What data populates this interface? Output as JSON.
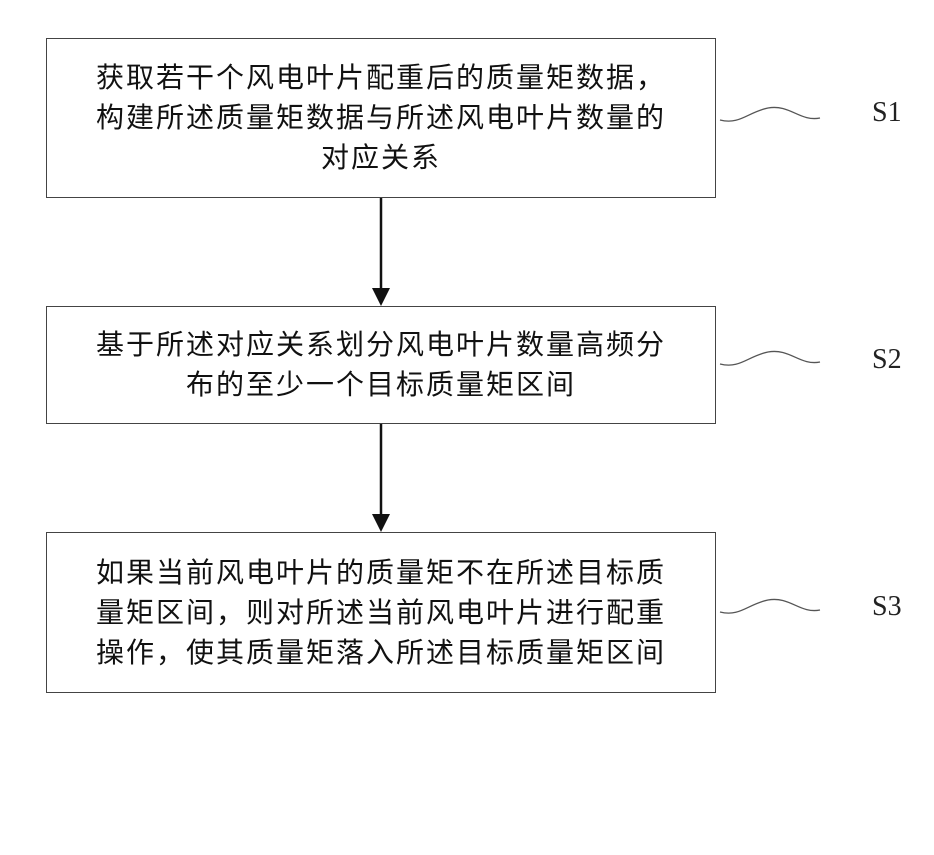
{
  "steps": [
    {
      "label": "S1",
      "text": "获取若干个风电叶片配重后的质量矩数据，\n构建所述质量矩数据与所述风电叶片数量的\n对应关系"
    },
    {
      "label": "S2",
      "text": "基于所述对应关系划分风电叶片数量高频分\n布的至少一个目标质量矩区间"
    },
    {
      "label": "S3",
      "text": "如果当前风电叶片的质量矩不在所述目标质\n量矩区间，则对所述当前风电叶片进行配重\n操作，使其质量矩落入所述目标质量矩区间"
    }
  ],
  "colors": {
    "line": "#111111",
    "border": "#444444",
    "leader": "#555555"
  }
}
